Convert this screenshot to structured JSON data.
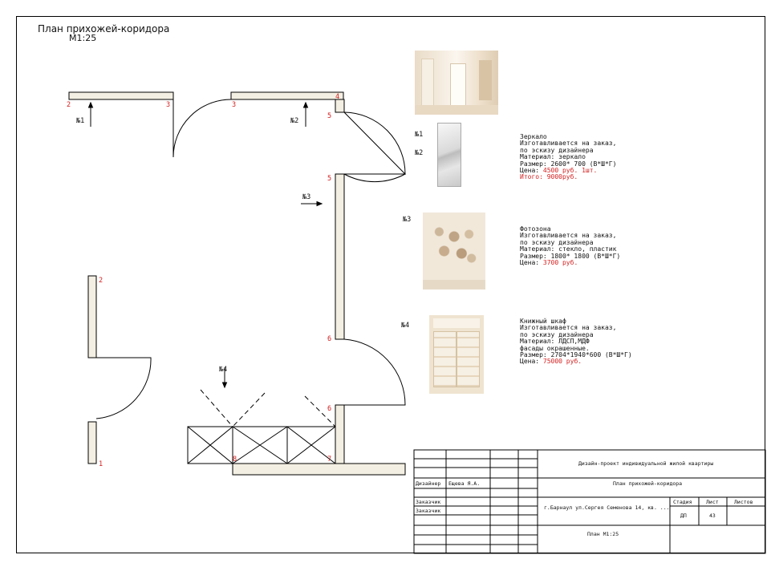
{
  "header": {
    "title": "План прихожей-коридора",
    "scale": "М1:25"
  },
  "wall_points": [
    "2",
    "3",
    "3",
    "4",
    "5",
    "5",
    "6",
    "6",
    "7",
    "8",
    "1",
    "2"
  ],
  "views": [
    "№1",
    "№2",
    "№3",
    "№4"
  ],
  "items": [
    {
      "labels": [
        "№1",
        "№2"
      ],
      "name": "Зеркало",
      "lines": [
        "Изготавливается на заказ,",
        "по эскизу дизайнера",
        "Материал: зеркало",
        "Размер: 2600* 700 (В*Ш*Г)"
      ],
      "price": "4500 руб. 1шт.",
      "total": "Итого: 9000руб.",
      "price_label": "Цена: "
    },
    {
      "labels": [
        "№3"
      ],
      "name": "Фотозона",
      "lines": [
        "Изготавливается на заказ,",
        "по эскизу дизайнера",
        "Материал: стекло, пластик",
        "Размер: 1800* 1800 (В*Ш*Г)"
      ],
      "price": "3700 руб.",
      "price_label": "Цена: "
    },
    {
      "labels": [
        "№4"
      ],
      "name": "Книжный шкаф",
      "lines": [
        "Изготавливается на заказ,",
        "по эскизу дизайнера",
        "Материал: ЛДСП,МДФ",
        "фасады окрашенные.",
        "Размер: 2704*1940*600 (В*Ш*Г)"
      ],
      "price": "75000 руб.",
      "price_label": "Цена: "
    }
  ],
  "stamp": {
    "project": "Дизайн-проект индивидуальной жилой квартиры",
    "sheet_title": "План прихожей-коридора",
    "designer_label": "Дизайнер",
    "designer": "Ещева Я.А.",
    "customer_label_1": "Заказчик",
    "customer_label_2": "Заказчик",
    "address": "г.Барнаул ул.Сергея Семенова 14, кв. ...",
    "plan": "План М1:25",
    "stage_label": "Стадия",
    "sheet_label": "Лист",
    "sheets_label": "Листов",
    "stage": "ДП",
    "sheet": "43",
    "sheets": ""
  },
  "colors": {
    "wall_fill": "#f3efe3",
    "red": "#d42020",
    "line": "#000000"
  }
}
